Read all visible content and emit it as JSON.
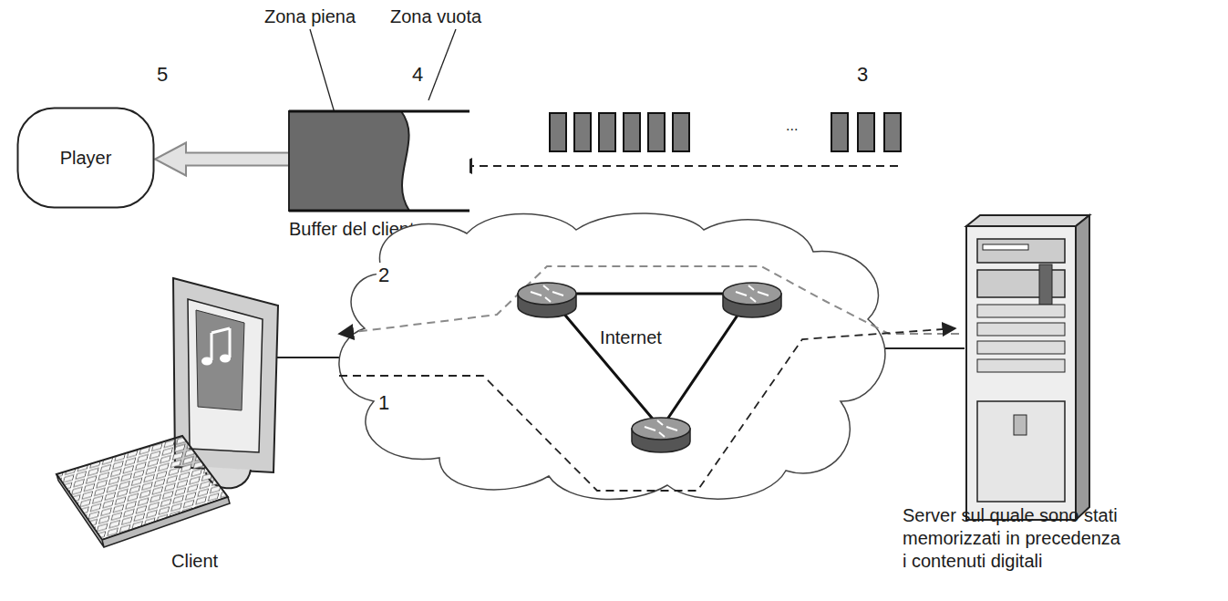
{
  "diagram": {
    "nodes": [
      {
        "text": [
          "Player"
        ]
      },
      {
        "text": [
          "Buffer del client"
        ]
      },
      {
        "text": [
          "Internet"
        ]
      }
    ],
    "edges": [
      {
        "from": 1,
        "to": 0,
        "arrow": "to"
      }
    ],
    "labels": [
      "Zona piena",
      "Zona vuota",
      "5",
      "4",
      "3",
      "...",
      "2",
      "1",
      "Client",
      "Server sul quale sono stati memorizzati in precedenza i contenuti digitali"
    ]
  }
}
